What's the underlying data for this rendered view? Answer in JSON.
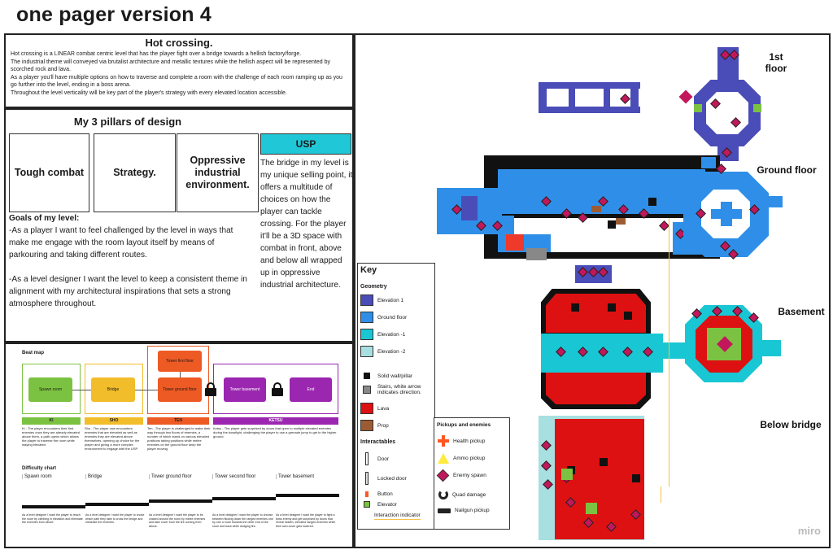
{
  "title": "one pager version 4",
  "intro": {
    "heading": "Hot crossing.",
    "p1": "Hot crossing is a LINEAR combat centric level that has the player fight over a bridge towards a hellish factory/forge.",
    "p2": "The industrial theme will conveyed via brutalist architecture and metallic textures while the hellish aspect will be represented by scorched rock and lava.",
    "p3": "As a player you'll have multiple options on how to traverse and complete a room with the challenge of each room ramping up as you go further into the level, ending in a boss arena.",
    "p4": "Throughout the level verticality will be key part of the player's strategy with every elevated location accessible."
  },
  "pillars": {
    "heading": "My 3 pillars of design",
    "items": [
      "Tough combat",
      "Strategy.",
      "Oppressive industrial environment."
    ],
    "usp_label": "USP",
    "usp_text": "The bridge in my level is my unique selling point, it offers a multitude of choices on how the player can tackle crossing. For the player it'll be a 3D space with combat in front, above and below all wrapped up in oppressive industrial architecture.",
    "goals_heading": "Goals of my level:",
    "goal1": "-As a player I want to feel challenged by the level in ways that make me engage with the room layout itself by means of parkouring and taking different routes.",
    "goal2": "-As a level designer I want the level to keep a consistent theme in alignment with my architectural inspirations that sets a strong atmosphere throughout."
  },
  "beat": {
    "heading": "Beat map",
    "nodes": [
      "Spawn room",
      "Bridge",
      "Tower ground floor",
      "Tower first floor",
      "Tower basement",
      "End"
    ],
    "phases": [
      "KI",
      "SHO",
      "TEN",
      "KETSU"
    ],
    "phase_colors": [
      "#7cc242",
      "#f2bd2b",
      "#ee5a24",
      "#9b27b0"
    ],
    "phase_text": [
      "Ki - The player encounters their first enemies once they are already elevated above them, a path opens which allows the player to traverse the room while staying elevated.",
      "Sho - The player now encounters enemies that are elevated as well as enemies they are elevated above themselves, opening up choice for the player and giving a more complex environment to engage with the USP.",
      "Ten - The player is challenged to make their way through two floors of enemies, a number of which stand on various elevated positions taking positions while melee enemies on the ground floor keep the player moving.",
      "Ketsu - The player gets surprised by doors that open to multiple elevated enemies during the bossfight, challenging the player to use a grenade jump to get to the higher ground."
    ],
    "difficulty_heading": "Difficulty chart",
    "difficulty_cols": [
      "Spawn room",
      "Bridge",
      "Tower ground floor",
      "Tower second floor",
      "Tower basement"
    ],
    "difficulty_values": [
      1,
      2,
      3,
      4,
      5
    ],
    "difficulty_notes": [
      "As a level designer I want the player to reach the room by climbing in elevation and eliminate the enemies from above.",
      "As a level designer I want the player to chose which path they take to cross the bridge and eliminate the enemies.",
      "As a level designer I want the player to be chased around the room by melee enemies and take cover from the fire coming from above.",
      "As a level designer I want the player to choose between flicking down the ranged enemies one by one or rush towards the other end of the room and back while dodging fire.",
      "As a level designer I want the player to fight a boss enemy and get surprised by doors that reveal hidden, elevated ranged enemies while their own cover gets lowered."
    ]
  },
  "map": {
    "labels": [
      "1st floor",
      "Ground floor",
      "Basement",
      "Below bridge"
    ],
    "key_heading": "Key",
    "geometry_heading": "Geometry",
    "geometry": [
      {
        "label": "Elevation 1",
        "color": "#4a4cb8"
      },
      {
        "label": "Ground floor",
        "color": "#2f8fe8"
      },
      {
        "label": "Elevation -1",
        "color": "#19c6d4"
      },
      {
        "label": "Elevation -2",
        "color": "#a8dfe0"
      }
    ],
    "other": [
      {
        "label": "Solid wall/pillar",
        "color": "#111111"
      },
      {
        "label": "Stairs, white arrow indicates direction.",
        "color": "#888888"
      },
      {
        "label": "Lava",
        "color": "#dd1111"
      },
      {
        "label": "Prop",
        "color": "#9c5b32"
      }
    ],
    "interactables_heading": "Interactables",
    "interactables": [
      "Door",
      "Locked door",
      "Button",
      "Elevator",
      "Interaction indicator"
    ],
    "pickups_heading": "Pickups and enemies",
    "pickups": [
      "Health pickup",
      "Ammo pickup",
      "Enemy spawn",
      "Quad damage",
      "Nailgun pickup"
    ],
    "colors": {
      "enemy": "#c2185b",
      "health": "#ff5722",
      "ammo": "#ffeb3b"
    }
  },
  "watermark": "miro"
}
